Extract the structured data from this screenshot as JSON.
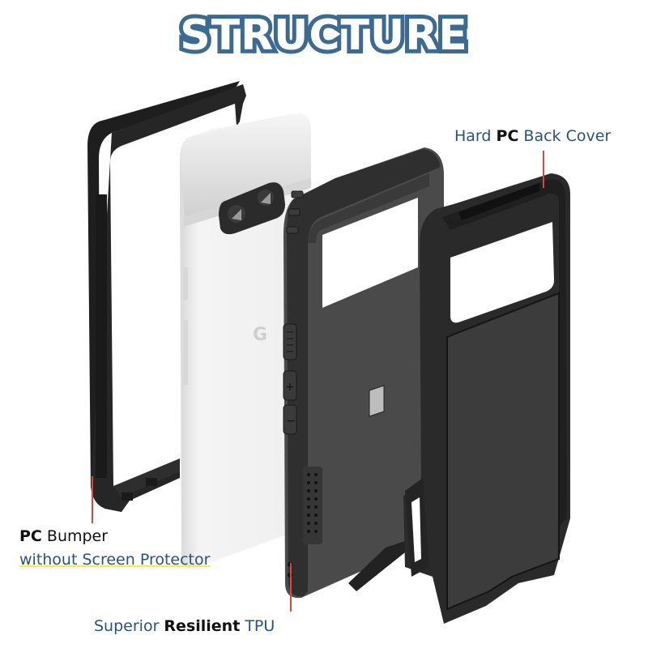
{
  "title": "STRUCTURE",
  "colors": {
    "title_fill": "#ffffff",
    "title_outline": "#3d6a91",
    "label_blue": "#2b5278",
    "label_black": "#111111",
    "highlight": "#f3ec4a",
    "pointer_red": "#d94a3a",
    "case_dark": "#2a2a2a",
    "tpu_grey": "#4a4a4a",
    "phone_white": "#eeeeee"
  },
  "labels": {
    "back_cover": {
      "part1": "Hard ",
      "part2": "PC",
      "part3": " Back Cover"
    },
    "bumper": {
      "line1_part1": "PC",
      "line1_part2": " Bumper",
      "line2": "without Screen Protector"
    },
    "tpu": {
      "part1": "Superior ",
      "part2": "Resilient",
      "part3": " TPU"
    }
  },
  "components": [
    {
      "name": "PC Bumper frame"
    },
    {
      "name": "Phone (Google Pixel)",
      "logo": "G"
    },
    {
      "name": "TPU inner case",
      "buttons": [
        "+",
        "−"
      ]
    },
    {
      "name": "Hard PC back cover"
    }
  ]
}
